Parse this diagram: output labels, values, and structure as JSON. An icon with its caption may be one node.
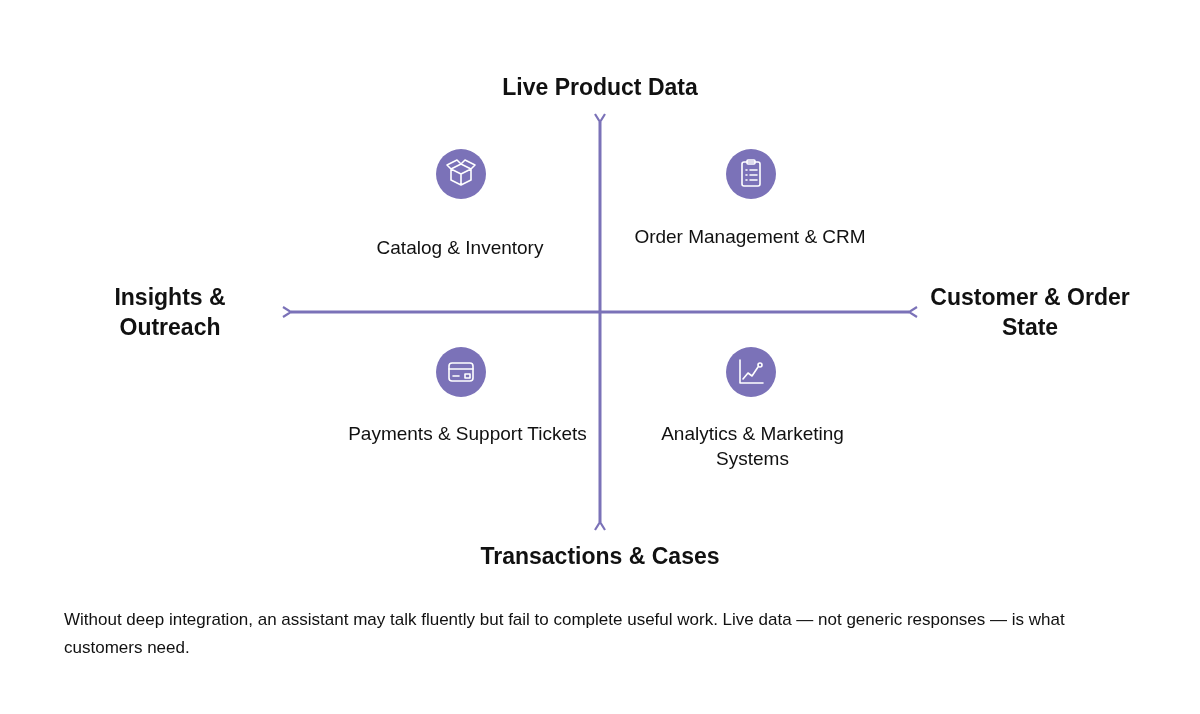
{
  "diagram": {
    "labels": [
      "Live Product Data",
      "Catalog & Inventory",
      "Order Management & CRM",
      "Insights & Outreach",
      "Customer & Order State",
      "Payments & Support Tickets",
      "Analytics & Marketing Systems",
      "Transactions & Cases"
    ],
    "caption": "Without deep integration, an assistant may talk fluently but fail to complete useful work. Live data — not generic responses — is what customers need."
  }
}
